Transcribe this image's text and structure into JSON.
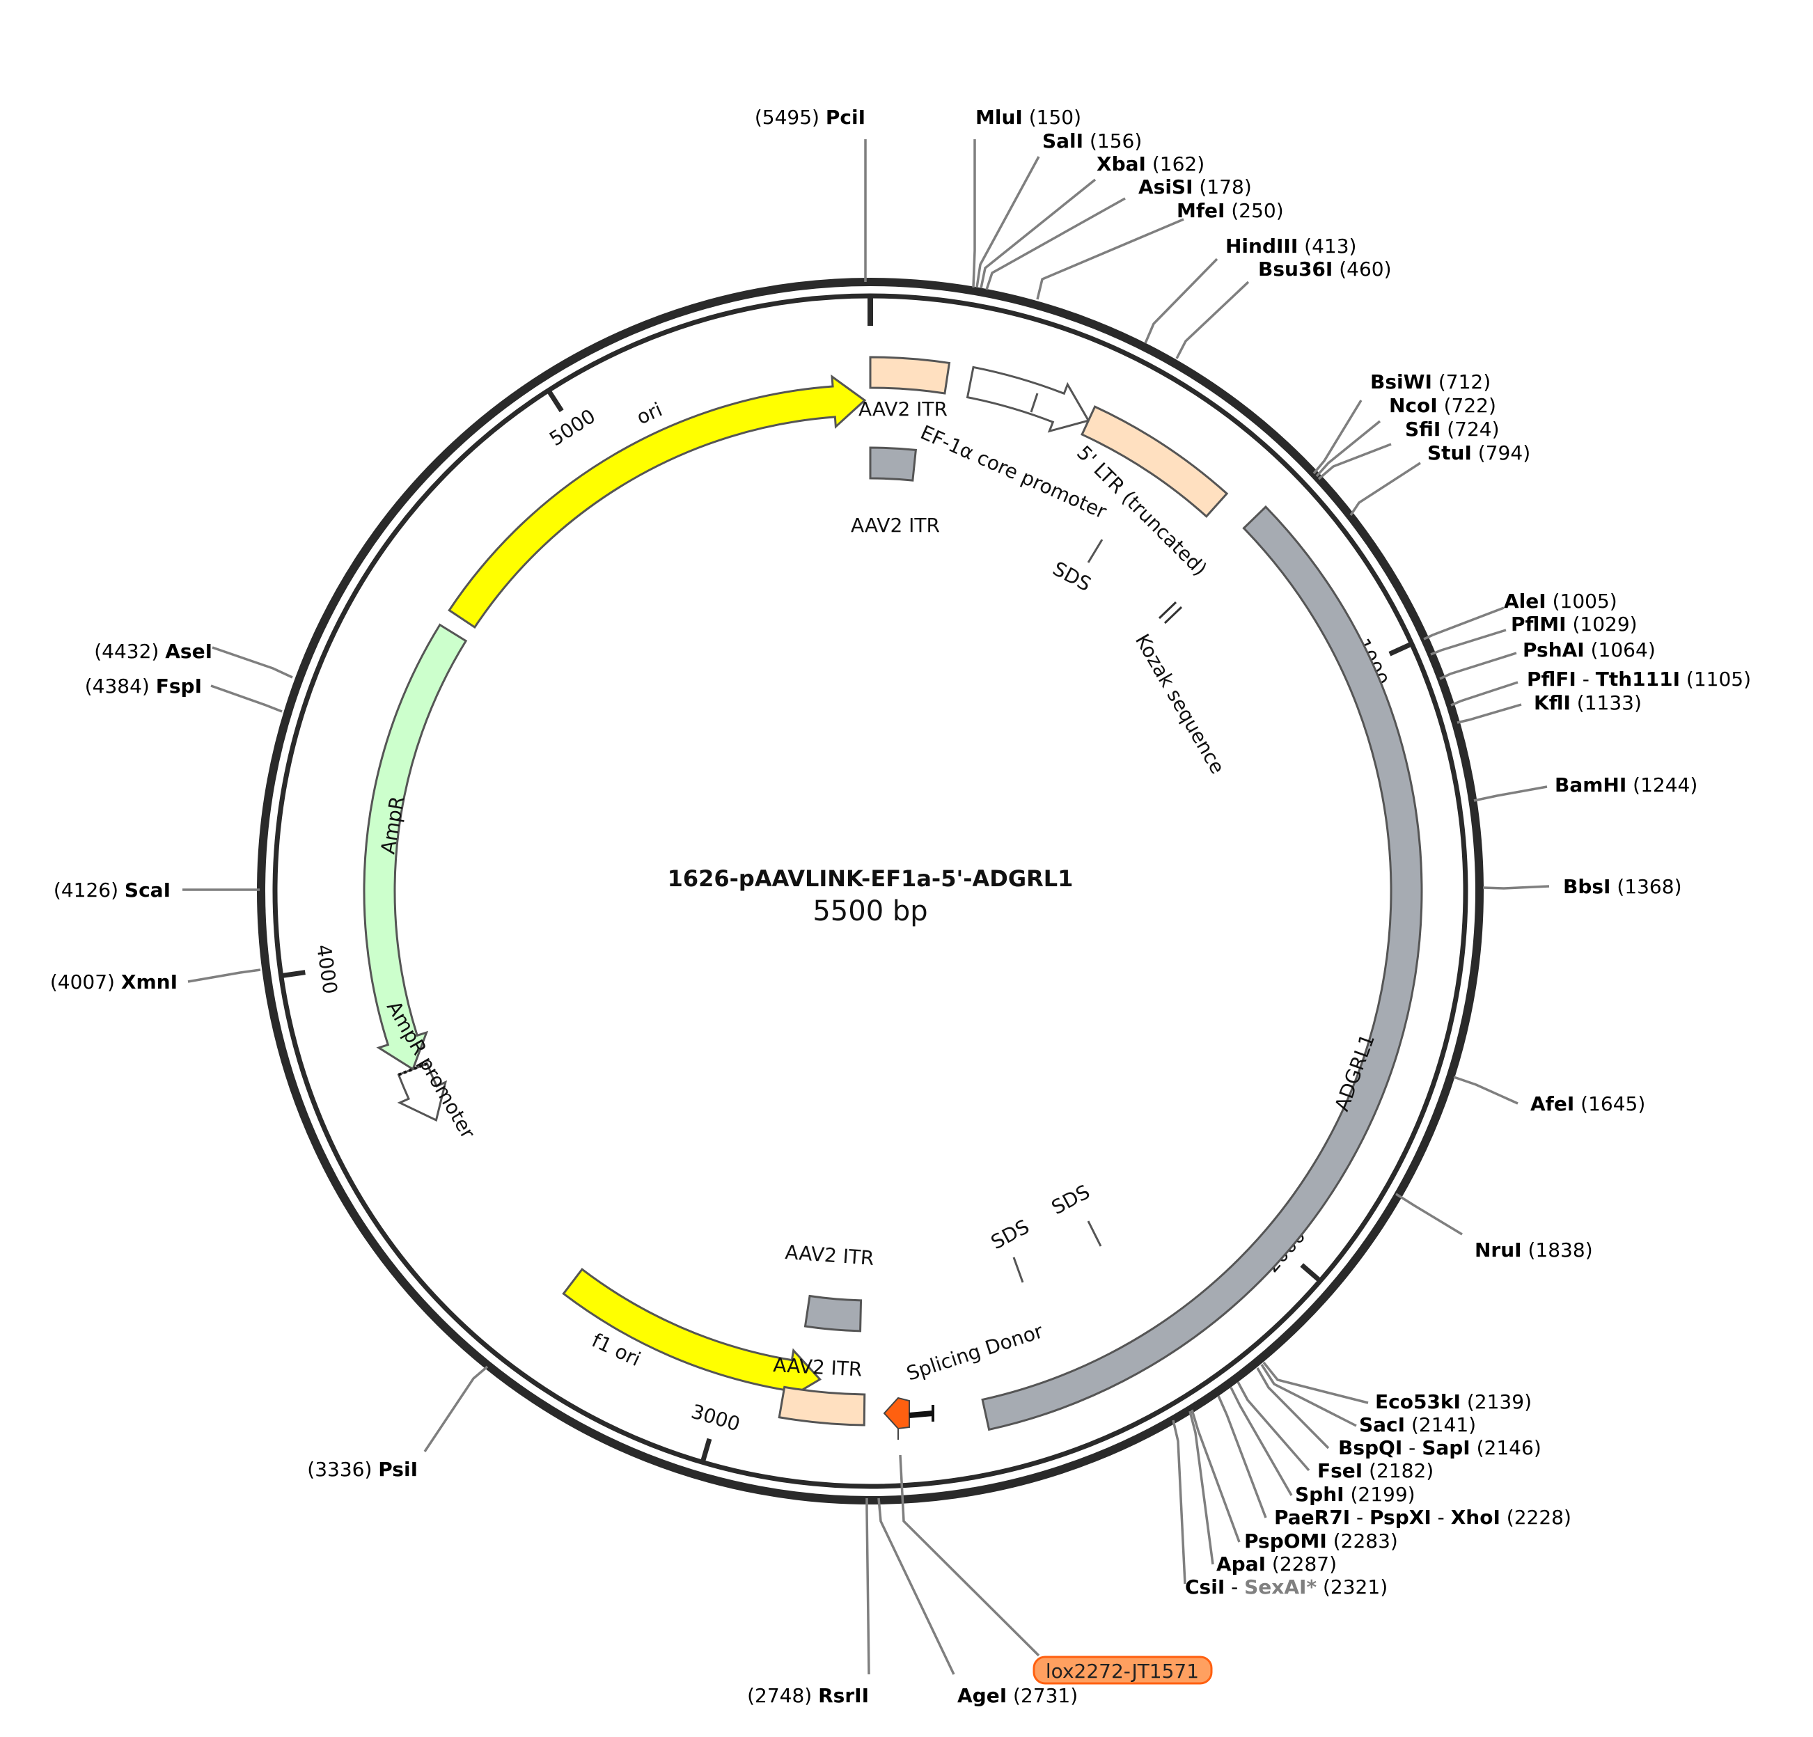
{
  "plasmid": {
    "name": "1626-pAAVLINK-EF1a-5'-ADGRL1",
    "size_label": "5500 bp",
    "length": 5500
  },
  "colors": {
    "backbone": "#2a2a2a",
    "leader": "#7f7f7f",
    "ori": "#ffff00",
    "f1_ori": "#ffff00",
    "ampr": "#ccffcc",
    "itr": "#ffe0c0",
    "ltr": "#ffe0c0",
    "gray_feature": "#a6abb2",
    "promoter": "#ffffff",
    "splice": "#ff6010",
    "lox_fill": "#ffa060",
    "lox_stroke": "#ff6010"
  },
  "ticks": [
    {
      "pos": 1000,
      "label": "1000"
    },
    {
      "pos": 2000,
      "label": "2000"
    },
    {
      "pos": 3000,
      "label": "3000"
    },
    {
      "pos": 4000,
      "label": "4000"
    },
    {
      "pos": 5000,
      "label": "5000"
    }
  ],
  "features": [
    {
      "name": "ori",
      "label": "ori",
      "type": "arrow",
      "start": 4640,
      "end": 5490,
      "radius": 705,
      "direction": "cw",
      "color": "#ffff00",
      "label_mode": "inside"
    },
    {
      "name": "f1-ori",
      "label": "f1 ori",
      "type": "arrow",
      "start": 2840,
      "end": 3320,
      "radius": 705,
      "direction": "ccw",
      "color": "#ffff00",
      "label_mode": "inside"
    },
    {
      "name": "ampr",
      "label": "AmpR",
      "type": "arrow",
      "start": 3800,
      "end": 4610,
      "radius": 705,
      "direction": "ccw",
      "color": "#ccffcc",
      "label_mode": "inner"
    },
    {
      "name": "ampr-promoter",
      "label": "AmpR promoter",
      "type": "arrow",
      "start": 3700,
      "end": 3800,
      "radius": 705,
      "direction": "ccw",
      "color": "#ffffff",
      "label_mode": "none"
    },
    {
      "name": "aav2-itr-top",
      "label": "AAV2 ITR",
      "type": "box",
      "start": 0,
      "end": 130,
      "radius": 745,
      "color": "#ffe0c0",
      "label_mode": "none"
    },
    {
      "name": "ef1a-promoter",
      "label": "EF-1α core promoter",
      "type": "arrow",
      "start": 170,
      "end": 380,
      "radius": 745,
      "direction": "cw",
      "color": "#ffffff",
      "label_mode": "none"
    },
    {
      "name": "ltr-truncated",
      "label": "5' LTR (truncated)",
      "type": "box",
      "start": 380,
      "end": 640,
      "radius": 745,
      "color": "#ffe0c0",
      "label_mode": "none"
    },
    {
      "name": "aav2-itr-inner-top",
      "label": "AAV2 ITR",
      "type": "box",
      "start": 0,
      "end": 90,
      "radius": 615,
      "color": "#a6abb2",
      "label_mode": "none"
    },
    {
      "name": "adgrl1",
      "label": "ADGRL1",
      "type": "box",
      "start": 700,
      "end": 2560,
      "radius": 770,
      "color": "#a6abb2",
      "label_mode": "none"
    },
    {
      "name": "aav2-itr-bottom",
      "label": "AAV2 ITR",
      "type": "box",
      "start": 2760,
      "end": 2900,
      "radius": 745,
      "color": "#ffe0c0",
      "label_mode": "none"
    },
    {
      "name": "aav2-itr-inner-bottom",
      "label": "AAV2 ITR",
      "type": "box",
      "start": 2770,
      "end": 2880,
      "radius": 610,
      "color": "#a6abb2",
      "label_mode": "none"
    }
  ],
  "feature_labels": [
    {
      "name": "aav2-itr-top-label",
      "text": "AAV2 ITR"
    },
    {
      "name": "aav2-itr-inner-top-label",
      "text": "AAV2 ITR"
    },
    {
      "name": "ef1a-label",
      "text": "EF-1α core promoter"
    },
    {
      "name": "ltr-label",
      "text": "5' LTR (truncated)"
    },
    {
      "name": "sds-top-label",
      "text": "SDS"
    },
    {
      "name": "kozak-label",
      "text": "Kozak sequence"
    },
    {
      "name": "adgrl1-label",
      "text": "ADGRL1"
    },
    {
      "name": "ampr-label",
      "text": "AmpR"
    },
    {
      "name": "ampr-promoter-label",
      "text": "AmpR promoter"
    },
    {
      "name": "sds-bottom-left-label",
      "text": "SDS"
    },
    {
      "name": "sds-bottom-right-label",
      "text": "SDS"
    },
    {
      "name": "aav2-itr-inner-bottom-label",
      "text": "AAV2 ITR"
    },
    {
      "name": "aav2-itr-bottom-label",
      "text": "AAV2 ITR"
    },
    {
      "name": "splicing-donor-label",
      "text": "Splicing Donor"
    },
    {
      "name": "f1-ori-label",
      "text": "f1 ori"
    },
    {
      "name": "ori-label",
      "text": "ori"
    }
  ],
  "sites_right": [
    {
      "name": "MluI",
      "pos": "150"
    },
    {
      "name": "SalI",
      "pos": "156"
    },
    {
      "name": "XbaI",
      "pos": "162"
    },
    {
      "name": "AsiSI",
      "pos": "178"
    },
    {
      "name": "MfeI",
      "pos": "250"
    },
    {
      "name": "HindIII",
      "pos": "413"
    },
    {
      "name": "Bsu36I",
      "pos": "460"
    },
    {
      "name": "BsiWI",
      "pos": "712"
    },
    {
      "name": "NcoI",
      "pos": "722"
    },
    {
      "name": "SfiI",
      "pos": "724"
    },
    {
      "name": "StuI",
      "pos": "794"
    },
    {
      "name": "AleI",
      "pos": "1005"
    },
    {
      "name": "PflMI",
      "pos": "1029"
    },
    {
      "name": "PshAI",
      "pos": "1064"
    },
    {
      "name": "PflFI",
      "name2": "Tth111I",
      "pos": "1105"
    },
    {
      "name": "KflI",
      "pos": "1133"
    },
    {
      "name": "BamHI",
      "pos": "1244"
    },
    {
      "name": "BbsI",
      "pos": "1368"
    },
    {
      "name": "AfeI",
      "pos": "1645"
    },
    {
      "name": "NruI",
      "pos": "1838"
    },
    {
      "name": "Eco53kI",
      "pos": "2139"
    },
    {
      "name": "SacI",
      "pos": "2141"
    },
    {
      "name": "BspQI",
      "name2": "SapI",
      "pos": "2146"
    },
    {
      "name": "FseI",
      "pos": "2182"
    },
    {
      "name": "SphI",
      "pos": "2199"
    },
    {
      "name": "PaeR7I",
      "name2": "PspXI",
      "name3": "XhoI",
      "pos": "2228"
    },
    {
      "name": "PspOMI",
      "pos": "2283"
    },
    {
      "name": "ApaI",
      "pos": "2287"
    },
    {
      "name": "CsiI",
      "name2": "SexAI*",
      "pos": "2321"
    }
  ],
  "sites_left": [
    {
      "name": "PciI",
      "pos": "5495"
    },
    {
      "name": "AseI",
      "pos": "4432"
    },
    {
      "name": "FspI",
      "pos": "4384"
    },
    {
      "name": "ScaI",
      "pos": "4126"
    },
    {
      "name": "XmnI",
      "pos": "4007"
    },
    {
      "name": "PsiI",
      "pos": "3336"
    },
    {
      "name": "RsrII",
      "pos": "2748"
    }
  ],
  "site_bottom": {
    "name": "AgeI",
    "pos": "2731"
  },
  "lox_label": "lox2272-JT1571"
}
